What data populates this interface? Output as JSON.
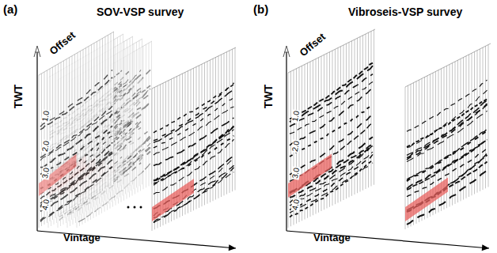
{
  "diagram": {
    "labels": [
      "(a)",
      "SOV-VSP survey",
      "Offset",
      "TWT",
      "1.0",
      "2.0",
      "3.0",
      "4.0",
      "Vintage",
      "(b)",
      "Vibroseis-VSP survey",
      "Offset",
      "TWT",
      "1.0",
      "2.0",
      "3.0",
      "4.0",
      "Vintage"
    ]
  }
}
